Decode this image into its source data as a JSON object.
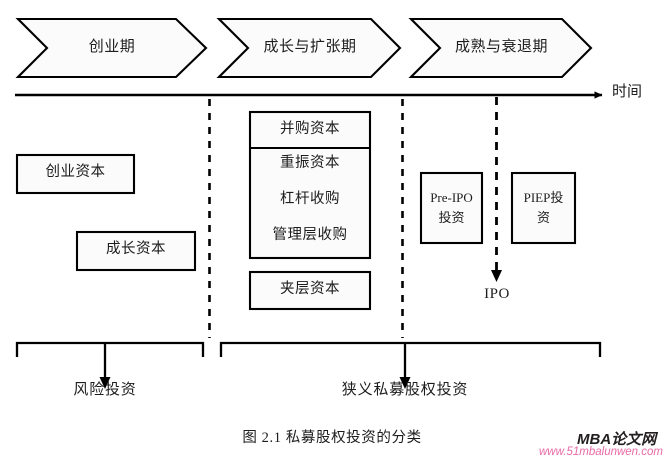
{
  "figure": {
    "caption": "图 2.1 私募股权投资的分类",
    "axis_label": "时间",
    "ipo_marker": "IPO"
  },
  "phases": [
    {
      "label": "创业期"
    },
    {
      "label": "成长与扩张期"
    },
    {
      "label": "成熟与衰退期"
    }
  ],
  "stage1_boxes": [
    {
      "label": "创业资本"
    },
    {
      "label": "成长资本"
    }
  ],
  "stage2_group": {
    "header": "并购资本",
    "items": [
      {
        "label": "重振资本"
      },
      {
        "label": "杠杆收购"
      },
      {
        "label": "管理层收购"
      }
    ],
    "separate_box": "夹层资本"
  },
  "stage3_boxes": [
    {
      "line1": "Pre-IPO",
      "line2": "投资"
    },
    {
      "line1": "PIEP投",
      "line2": "资"
    }
  ],
  "brackets": [
    {
      "label": "风险投资"
    },
    {
      "label": "狭义私募股权投资"
    }
  ],
  "watermark": {
    "main": "MBA论文网",
    "sub": "www.51mbalunwen.com",
    "main_color": "#231f20",
    "sub_color": "#e86aa6"
  },
  "colors": {
    "stroke": "#000000",
    "fill": "#fbfbfb",
    "text": "#1d1d1d",
    "background": "#ffffff"
  }
}
